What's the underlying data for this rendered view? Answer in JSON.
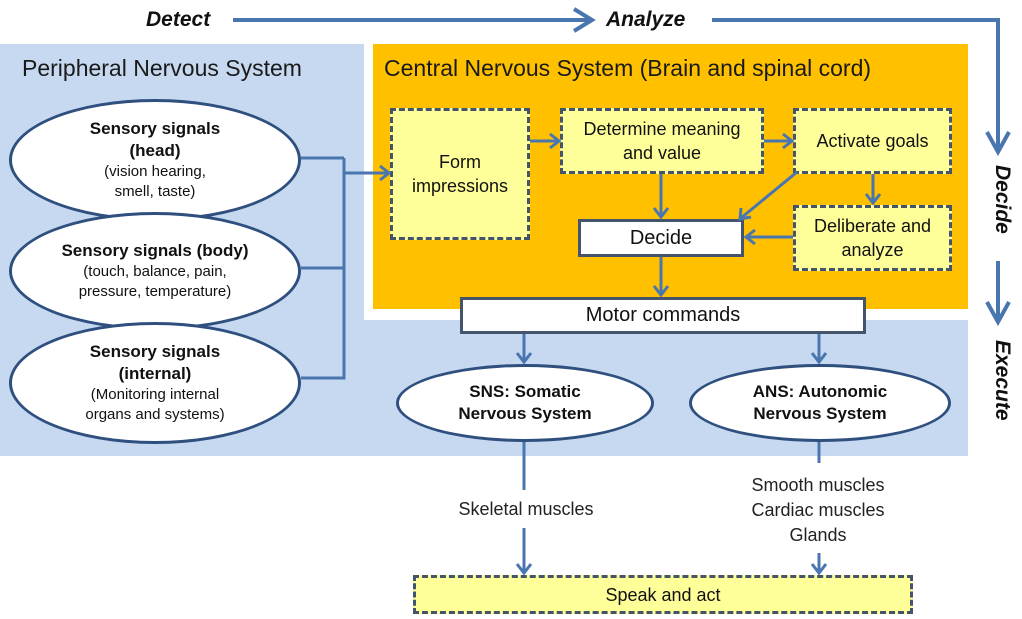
{
  "phases": {
    "detect": "Detect",
    "analyze": "Analyze",
    "decide": "Decide",
    "execute": "Execute"
  },
  "pns": {
    "title": "Peripheral Nervous System",
    "sensory": [
      {
        "title_line1": "Sensory signals",
        "title_line2": "(head)",
        "sub_line1": "(vision hearing,",
        "sub_line2": "smell, taste)"
      },
      {
        "title_line1": "Sensory signals (body)",
        "title_line2": "",
        "sub_line1": "(touch, balance, pain,",
        "sub_line2": "pressure, temperature)"
      },
      {
        "title_line1": "Sensory signals",
        "title_line2": "(internal)",
        "sub_line1": "(Monitoring internal",
        "sub_line2": "organs and systems)"
      }
    ]
  },
  "cns": {
    "title": "Central Nervous System (Brain and spinal cord)",
    "form_impressions": {
      "line1": "Form",
      "line2": "impressions"
    },
    "determine_meaning": {
      "line1": "Determine meaning",
      "line2": "and value"
    },
    "activate_goals": "Activate goals",
    "deliberate": {
      "line1": "Deliberate and",
      "line2": "analyze"
    },
    "decide": "Decide"
  },
  "motor_commands": "Motor commands",
  "sns": {
    "line1": "SNS:  Somatic",
    "line2": "Nervous System"
  },
  "ans": {
    "line1": "ANS:  Autonomic",
    "line2": "Nervous System"
  },
  "outputs": {
    "skeletal": "Skeletal muscles",
    "smooth": "Smooth muscles",
    "cardiac": "Cardiac muscles",
    "glands": "Glands"
  },
  "speak_and_act": "Speak and act",
  "colors": {
    "pns_bg": "#c6d9f0",
    "cns_bg": "#ffc000",
    "process_box": "#ffff99",
    "arrow": "#4a76b0",
    "border": "#44546a"
  }
}
